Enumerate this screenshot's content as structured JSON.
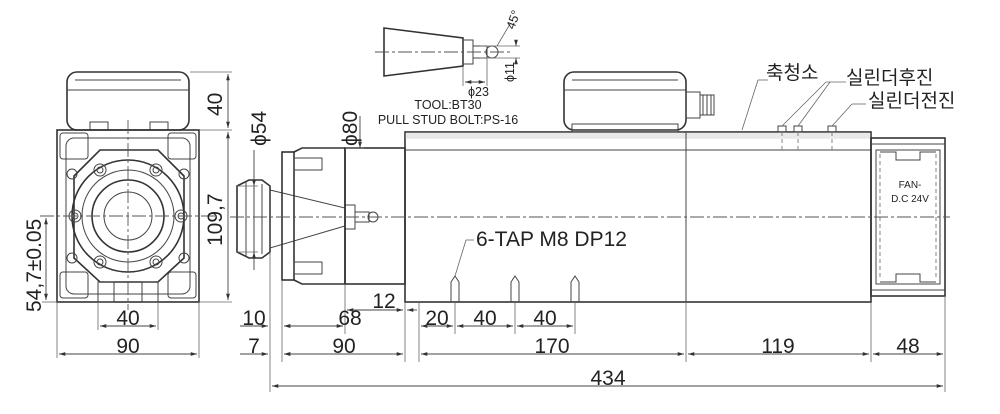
{
  "labels": {
    "tool": "TOOL:BT30",
    "pull_stud": "PULL STUD BOLT:PS-16",
    "tap": "6-TAP M8 DP12",
    "fan_line1": "FAN-",
    "fan_line2": "D.C 24V",
    "cleaning": "축청소",
    "cyl_back": "실린더후진",
    "cyl_fwd": "실린더전진",
    "angle": "45°",
    "d23": "ϕ23",
    "d11": "ϕ11",
    "d54": "ϕ54",
    "d80": "ϕ80"
  },
  "dimensions": {
    "h40": "40",
    "h109": "109,7",
    "v54": "54,7±0.05",
    "w40": "40",
    "w90_left": "90",
    "d10": "10",
    "d68": "68",
    "d12": "12",
    "d20": "20",
    "d40a": "40",
    "d40b": "40",
    "d7": "7",
    "d90": "90",
    "d170": "170",
    "d119": "119",
    "d48": "48",
    "d434": "434"
  }
}
